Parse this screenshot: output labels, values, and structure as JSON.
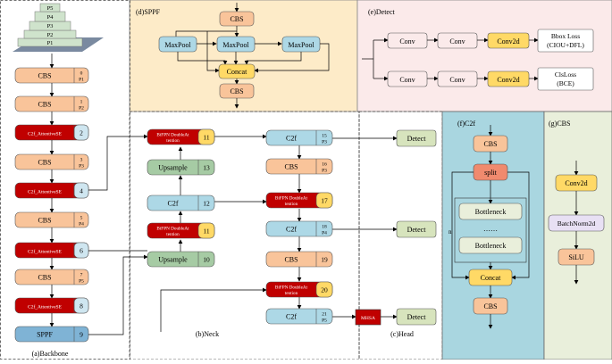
{
  "backbone": {
    "caption": "(a)Backbone",
    "pyramid": [
      "P5",
      "P4",
      "P3",
      "P2",
      "P1"
    ],
    "blocks": [
      {
        "label": "CBS",
        "idx": "0",
        "sub": "P1"
      },
      {
        "label": "CBS",
        "idx": "1",
        "sub": "P2"
      },
      {
        "label": "C2f_AttentiveSE",
        "idx": "2",
        "sub": ""
      },
      {
        "label": "CBS",
        "idx": "3",
        "sub": "P3"
      },
      {
        "label": "C2f_AttentiveSE",
        "idx": "4",
        "sub": ""
      },
      {
        "label": "CBS",
        "idx": "5",
        "sub": "P4"
      },
      {
        "label": "C2f_AttentiveSE",
        "idx": "6",
        "sub": ""
      },
      {
        "label": "CBS",
        "idx": "7",
        "sub": "P5"
      },
      {
        "label": "C2f_AttentiveSE",
        "idx": "8",
        "sub": ""
      },
      {
        "label": "SPPF",
        "idx": "9",
        "sub": ""
      }
    ]
  },
  "neck": {
    "caption": "(b)Neck",
    "fusion_label_1": "BiFPN DoubleAt",
    "fusion_label_2": "tention",
    "left": [
      {
        "label": "11",
        "kind": "fusion"
      },
      {
        "label": "Upsample",
        "idx": "13"
      },
      {
        "label": "C2f",
        "idx": "12"
      },
      {
        "label": "11",
        "kind": "fusion"
      },
      {
        "label": "Upsample",
        "idx": "10"
      }
    ],
    "right": [
      {
        "label": "C2f",
        "idx": "15",
        "sub": "P3"
      },
      {
        "label": "CBS",
        "idx": "16",
        "sub": "P3"
      },
      {
        "label": "17",
        "kind": "fusion"
      },
      {
        "label": "C2f",
        "idx": "18",
        "sub": "P4"
      },
      {
        "label": "CBS",
        "idx": "19"
      },
      {
        "label": "20",
        "kind": "fusion"
      },
      {
        "label": "C2f",
        "idx": "21",
        "sub": "P5"
      }
    ]
  },
  "head": {
    "caption": "(c)Head",
    "detect": [
      "Detect",
      "Detect",
      "Detect"
    ],
    "extra": "MHSA"
  },
  "sppf": {
    "caption": "(d)SPPF",
    "top": "CBS",
    "pools": [
      "MaxPool",
      "MaxPool",
      "MaxPool"
    ],
    "concat": "Concat",
    "bottom": "CBS"
  },
  "detect_panel": {
    "caption": "(e)Detect",
    "row1": [
      "Conv",
      "Conv",
      "Conv2d"
    ],
    "row2": [
      "Conv",
      "Conv",
      "Conv2d"
    ],
    "loss1": [
      "Bbox Loss",
      "(CIOU+DFL)"
    ],
    "loss2": [
      "ClsLoss",
      "(BCE)"
    ]
  },
  "c2f": {
    "caption": "(f)C2f",
    "cbs_top": "CBS",
    "split": "split",
    "bottleneck1": "Bottleneck",
    "dots": "……",
    "bottleneck2": "Bottleneck",
    "n": "n",
    "concat": "Concat",
    "cbs_bottom": "CBS"
  },
  "cbs": {
    "caption": "(g)CBS",
    "items": [
      "Conv2d",
      "BatchNorm2d",
      "SiLU"
    ]
  },
  "colors": {
    "cbs_fill": "#f9c49a",
    "red_fill": "#c00000",
    "blue_fill": "#add8e6",
    "green_fill": "#a6cba4",
    "yellow_fill": "#ffd966",
    "sppf_bg": "#fdebc8",
    "detect_bg": "#fbeaea",
    "c2f_bg": "#a9d6e0",
    "cbs_bg": "#e9efdb"
  }
}
